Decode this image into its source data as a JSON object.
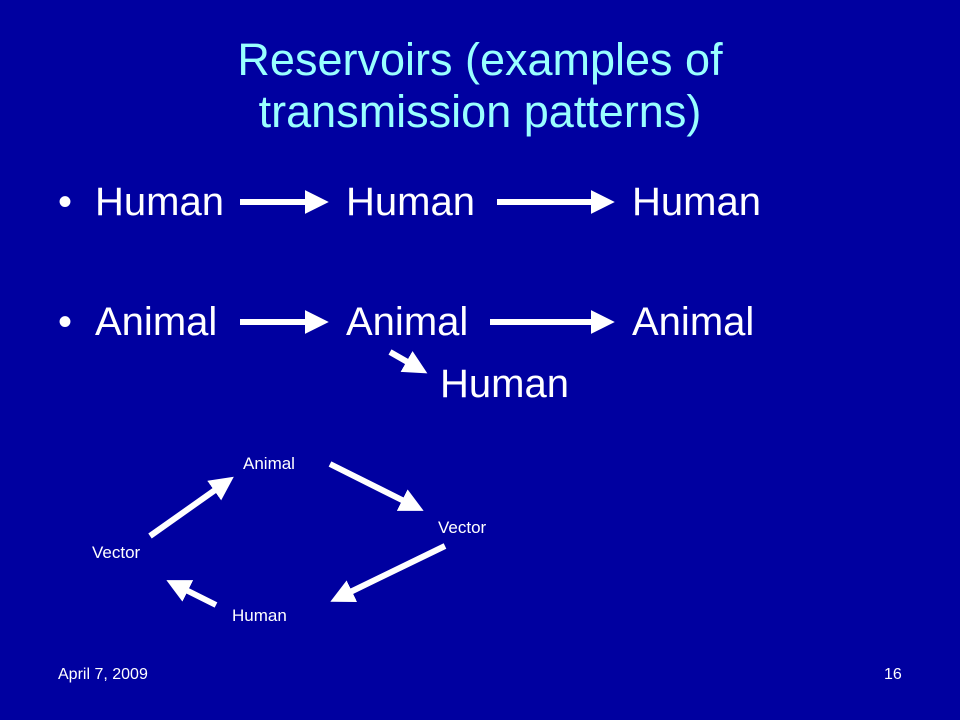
{
  "slide": {
    "title_line1": "Reservoirs (examples of",
    "title_line2": "transmission patterns)",
    "bullet_symbol": "•",
    "row1": [
      "Human",
      "Human",
      "Human"
    ],
    "row2": [
      "Animal",
      "Animal",
      "Animal"
    ],
    "row2_branch": "Human",
    "cycle": {
      "top": "Animal",
      "right": "Vector",
      "left": "Vector",
      "bottom": "Human"
    },
    "footer_date": "April 7, 2009",
    "page_number": "16"
  },
  "colors": {
    "background": "#0000a0",
    "title": "#99ffff",
    "text": "#ffffff"
  },
  "icons": [
    "arrow-right-icon",
    "arrow-diagonal-icon"
  ]
}
